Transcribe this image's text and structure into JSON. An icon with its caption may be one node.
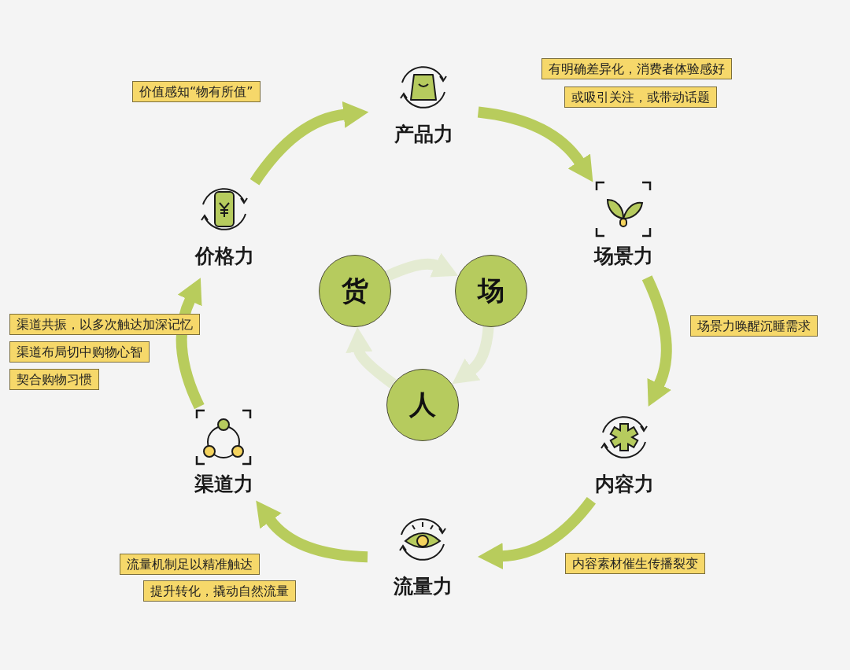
{
  "diagram": {
    "nodes": [
      {
        "text": [
          "产品力"
        ]
      },
      {
        "text": [
          "场景力"
        ]
      },
      {
        "text": [
          "内容力"
        ]
      },
      {
        "text": [
          "流量力"
        ]
      },
      {
        "text": [
          "渠道力"
        ]
      },
      {
        "text": [
          "价格力"
        ]
      },
      {
        "text": [
          "货"
        ]
      },
      {
        "text": [
          "场"
        ]
      },
      {
        "text": [
          "人"
        ]
      }
    ],
    "edges": [
      {
        "from": 0,
        "to": 1,
        "arrow": "to"
      },
      {
        "from": 1,
        "to": 2,
        "arrow": "to"
      },
      {
        "from": 2,
        "to": 3,
        "arrow": "to"
      },
      {
        "from": 3,
        "to": 4,
        "arrow": "to"
      },
      {
        "from": 4,
        "to": 5,
        "arrow": "to"
      },
      {
        "from": 5,
        "to": 0,
        "arrow": "to"
      },
      {
        "from": 6,
        "to": 7,
        "arrow": "to",
        "color": "#e4ebd2"
      },
      {
        "from": 7,
        "to": 8,
        "arrow": "to",
        "color": "#e4ebd2"
      },
      {
        "from": 8,
        "to": 6,
        "arrow": "to",
        "color": "#e4ebd2"
      }
    ],
    "labels": [
      "价值感知“物有所值”",
      "有明确差异化，消费者体验感好",
      "或吸引关注，或带动话题",
      "场景力唤醒沉睡需求",
      "渠道共振，以多次触达加深记忆",
      "渠道布局切中购物心智",
      "契合购物习惯",
      "内容素材催生传播裂变",
      "流量机制足以精准触达",
      "提升转化，撬动自然流量"
    ]
  }
}
